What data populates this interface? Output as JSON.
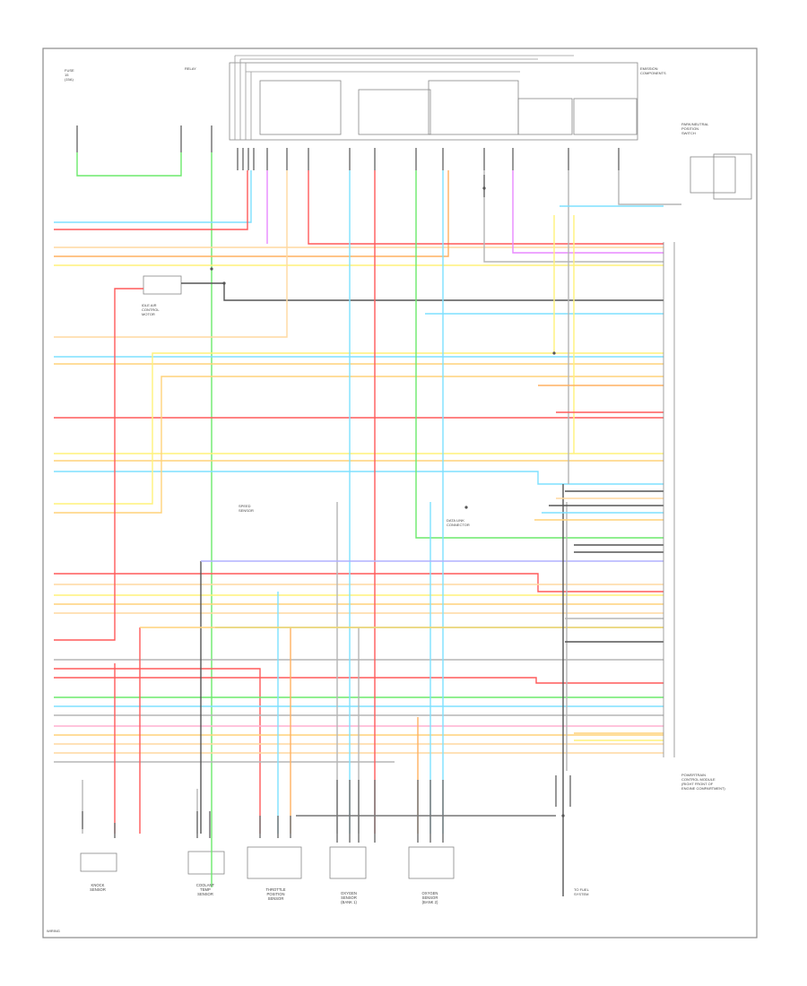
{
  "colors": {
    "frame": "#888888",
    "ltgrn_red": "#7ee0ff",
    "red": "#ff5a5a",
    "yel_blk": "#ffd27a",
    "tan_red": "#ffd9a0",
    "yellow": "#fff27a",
    "green": "#6bea6b",
    "pink": "#ffb0d0",
    "violet": "#e888ff",
    "gray": "#b5b5b5",
    "blue": "#b0b0ff",
    "org": "#ffb060",
    "brown": "#c8a070",
    "dkgrn": "#4ad04a",
    "black": "#555555"
  },
  "labels": {
    "pcm_title": "POWERTRAIN\nCONTROL MODULE\n(RIGHT FRONT OF\nENGINE COMPARTMENT)",
    "right_box": "EMISSION\nCOMPONENTS",
    "top_left_fuse": "FUSE\n15\n(15A)",
    "idle_air": "IDLE AIR\nCONTROL\nMOTOR",
    "park_neutral": "PARK/NEUTRAL\nPOSITION\nSWITCH",
    "relay": "RELAY",
    "speed_sensor": "SPEED\nSENSOR",
    "data_link": "DATA LINK\nCONNECTOR",
    "bottom_1": "KNOCK\nSENSOR",
    "bottom_2": "COOLANT\nTEMP\nSENSOR",
    "bottom_3": "THROTTLE\nPOSITION\nSENSOR",
    "bottom_4": "OXYGEN\nSENSOR\n(BANK 1)",
    "bottom_5": "OXYGEN\nSENSOR\n(BANK 2)",
    "right_bottom": "TO FUEL\nSYSTEM",
    "footer": "WIRING"
  }
}
